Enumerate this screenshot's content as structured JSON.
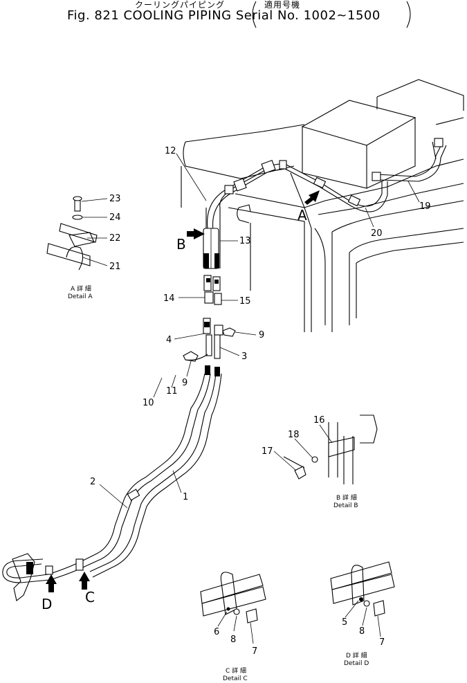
{
  "header": {
    "title_jp": "クーリングパイピング",
    "serial_jp": "適用号機",
    "figure_title": "Fig. 821  COOLING PIPING",
    "serial": "Serial No. 1002~1500"
  },
  "callouts": [
    {
      "id": "c23",
      "text": "23"
    },
    {
      "id": "c24",
      "text": "24"
    },
    {
      "id": "c22",
      "text": "22"
    },
    {
      "id": "c21",
      "text": "21"
    },
    {
      "id": "c12",
      "text": "12"
    },
    {
      "id": "c13",
      "text": "13"
    },
    {
      "id": "c14",
      "text": "14"
    },
    {
      "id": "c15",
      "text": "15"
    },
    {
      "id": "c4",
      "text": "4"
    },
    {
      "id": "c9a",
      "text": "9"
    },
    {
      "id": "c3",
      "text": "3"
    },
    {
      "id": "c9b",
      "text": "9"
    },
    {
      "id": "c10",
      "text": "10"
    },
    {
      "id": "c11",
      "text": "11"
    },
    {
      "id": "c19",
      "text": "19"
    },
    {
      "id": "c20",
      "text": "20"
    },
    {
      "id": "c16",
      "text": "16"
    },
    {
      "id": "c18",
      "text": "18"
    },
    {
      "id": "c17",
      "text": "17"
    },
    {
      "id": "c2",
      "text": "2"
    },
    {
      "id": "c1",
      "text": "1"
    },
    {
      "id": "c6",
      "text": "6"
    },
    {
      "id": "c8a",
      "text": "8"
    },
    {
      "id": "c7a",
      "text": "7"
    },
    {
      "id": "c5",
      "text": "5"
    },
    {
      "id": "c8b",
      "text": "8"
    },
    {
      "id": "c7b",
      "text": "7"
    }
  ],
  "view_letters": {
    "a": "A",
    "b": "B",
    "c": "C",
    "d": "D"
  },
  "details": {
    "a_jp": "A 詳 細",
    "a_en": "Detail A",
    "b_jp": "B 詳 細",
    "b_en": "Detail B",
    "c_jp": "C 詳 細",
    "c_en": "Detail C",
    "d_jp": "D 詳 細",
    "d_en": "Detail D"
  }
}
